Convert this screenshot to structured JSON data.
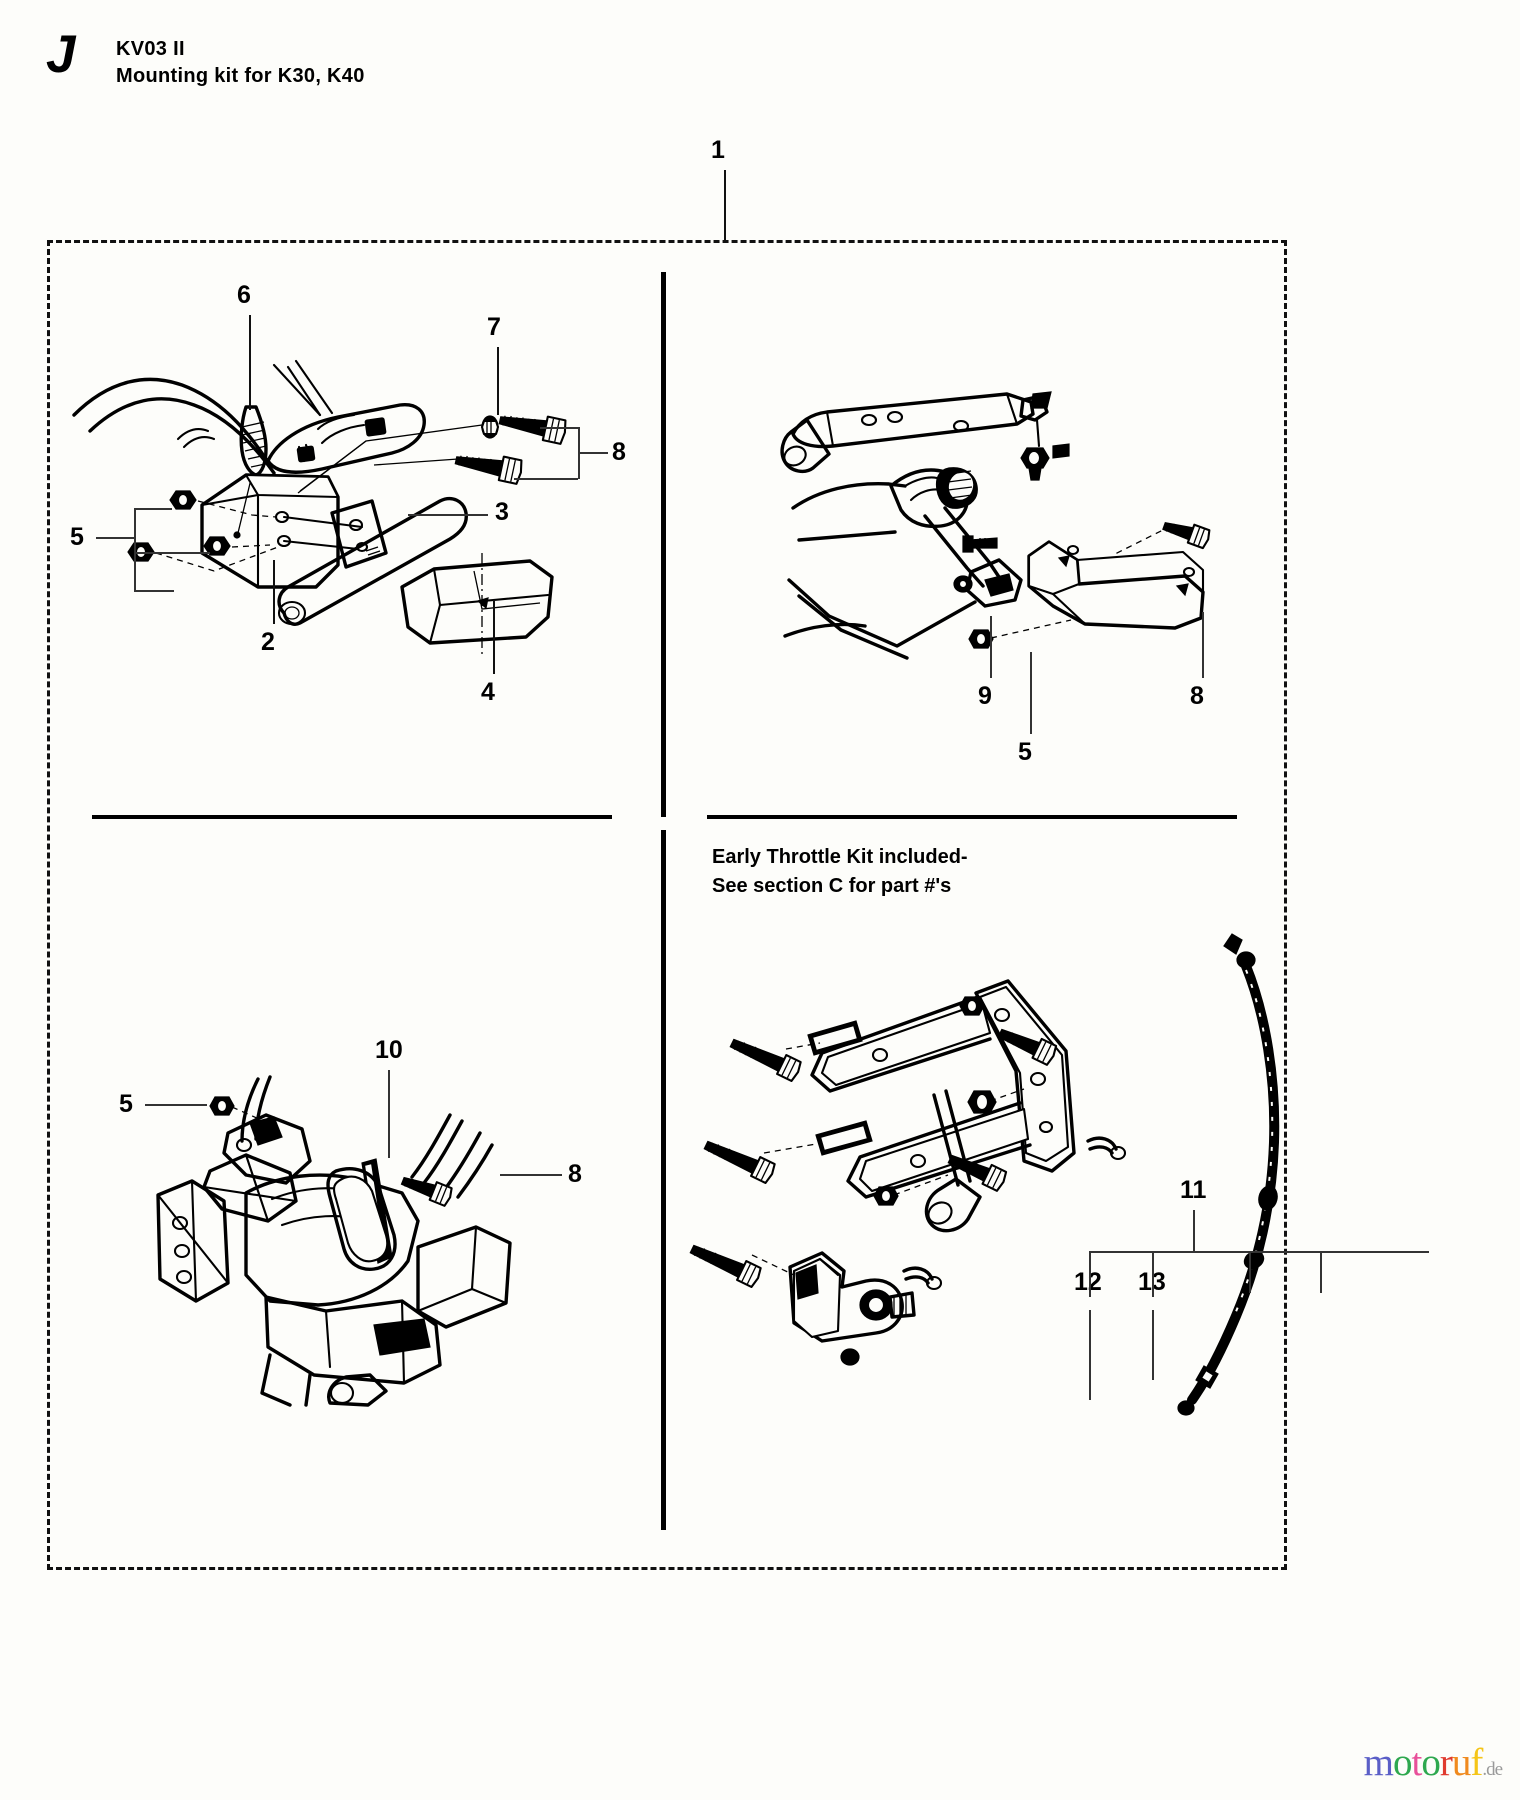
{
  "header": {
    "section_letter": "J",
    "model": "KV03 II",
    "subtitle": "Mounting kit for K30, K40"
  },
  "note": {
    "text": "Early Throttle Kit included-\nSee section C for part #'s"
  },
  "callouts": {
    "kit": "1",
    "tl": {
      "c2": "2",
      "c3": "3",
      "c4": "4",
      "c5": "5",
      "c6": "6",
      "c7": "7",
      "c8": "8"
    },
    "tr": {
      "c5": "5",
      "c8": "8",
      "c9": "9"
    },
    "bl": {
      "c5": "5",
      "c8": "8",
      "c10": "10"
    },
    "br": {
      "c11": "11",
      "c12": "12",
      "c13": "13"
    }
  },
  "watermark": {
    "l1": "m",
    "l2": "o",
    "l3": "t",
    "l4": "o",
    "l5": "r",
    "l6": "u",
    "l7": "f",
    "tld": ".de",
    "colors": {
      "m": "#5b5fc7",
      "o1": "#2ea84f",
      "t": "#e8509a",
      "o2": "#2ea84f",
      "r": "#e03b2f",
      "u": "#f08a1e",
      "f": "#f5c518",
      "tld": "#9a9a9a"
    }
  },
  "chart_data": {
    "type": "table",
    "title": "KV03 II - Mounting kit for K30, K40",
    "panels": [
      {
        "name": "top-left",
        "part_numbers": [
          "2",
          "3",
          "4",
          "5",
          "6",
          "7",
          "8"
        ]
      },
      {
        "name": "top-right",
        "part_numbers": [
          "5",
          "8",
          "9"
        ]
      },
      {
        "name": "bottom-left",
        "part_numbers": [
          "5",
          "8",
          "10"
        ]
      },
      {
        "name": "bottom-right",
        "part_numbers": [
          "11",
          "12",
          "13"
        ]
      }
    ],
    "assembly_group": "1"
  }
}
